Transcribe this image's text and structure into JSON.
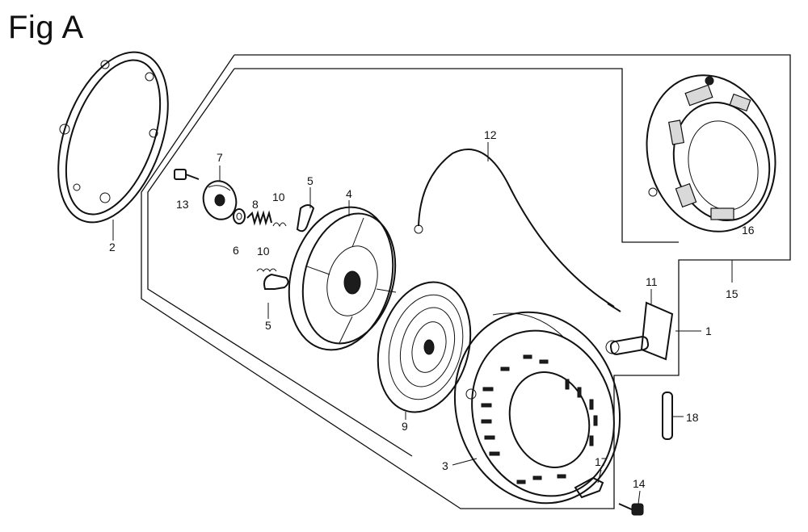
{
  "figure": {
    "title": "Fig A",
    "callouts": [
      {
        "id": "c1",
        "label": "1"
      },
      {
        "id": "c2",
        "label": "2"
      },
      {
        "id": "c3",
        "label": "3"
      },
      {
        "id": "c4",
        "label": "4"
      },
      {
        "id": "c5a",
        "label": "5"
      },
      {
        "id": "c5b",
        "label": "5"
      },
      {
        "id": "c6",
        "label": "6"
      },
      {
        "id": "c7",
        "label": "7"
      },
      {
        "id": "c8",
        "label": "8"
      },
      {
        "id": "c9",
        "label": "9"
      },
      {
        "id": "c10a",
        "label": "10"
      },
      {
        "id": "c10b",
        "label": "10"
      },
      {
        "id": "c11",
        "label": "11"
      },
      {
        "id": "c12",
        "label": "12"
      },
      {
        "id": "c13",
        "label": "13"
      },
      {
        "id": "c14",
        "label": "14"
      },
      {
        "id": "c15",
        "label": "15"
      },
      {
        "id": "c16",
        "label": "16"
      },
      {
        "id": "c17",
        "label": "17"
      },
      {
        "id": "c18",
        "label": "18"
      }
    ]
  }
}
